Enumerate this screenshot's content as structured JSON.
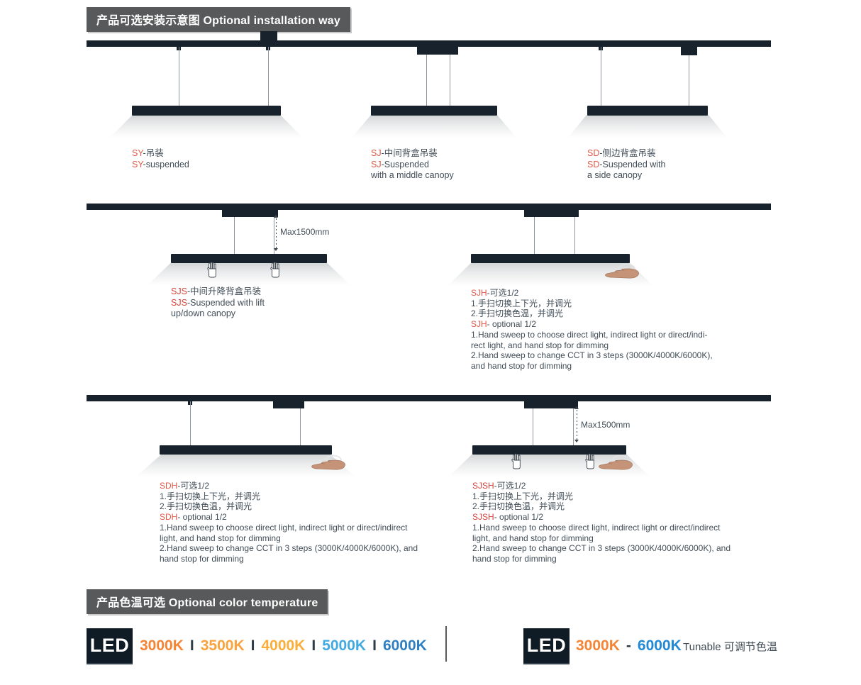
{
  "banners": {
    "installation": "产品可选安装示意图 Optional installation way",
    "color_temperature": "产品色温可选 Optional color temperature"
  },
  "colors": {
    "dark_fixture": "#17222c",
    "banner_bg": "#58595a",
    "body_text": "#414d57",
    "prefix_salmon": "#e25a49",
    "prefix_red": "#d6453c",
    "k3000": "#f58434",
    "k3500": "#f9a33f",
    "k4000": "#f9ae3b",
    "k5000": "#41aae1",
    "k6000_left": "#2e7fc2",
    "k6000_right": "#2189d5"
  },
  "diagrams": {
    "sy": {
      "label": [
        {
          "pre": "SY",
          "rest": "-吊装"
        },
        {
          "pre": "SY",
          "rest": "-suspended"
        }
      ]
    },
    "sj": {
      "label": [
        {
          "pre": "SJ",
          "rest": "-中间背盒吊装"
        },
        {
          "pre": "SJ",
          "rest": "-Suspended"
        },
        {
          "pre": "",
          "rest": "with a middle canopy"
        }
      ]
    },
    "sd": {
      "label": [
        {
          "pre": "SD",
          "rest": "-侧边背盒吊装"
        },
        {
          "pre": "SD",
          "rest": "-Suspended with"
        },
        {
          "pre": "",
          "rest": "a side canopy"
        }
      ]
    },
    "sjs": {
      "max_label": "Max1500mm",
      "label": [
        {
          "pre": "SJS",
          "rest": "-中间升降背盒吊装"
        },
        {
          "pre": "SJS",
          "rest": "-Suspended with lift"
        },
        {
          "pre": "",
          "rest": "up/down canopy"
        }
      ]
    },
    "sjh": {
      "desc": [
        {
          "pre": "SJH",
          "rest": "-可选1/2"
        },
        {
          "pre": "",
          "rest": "1.手扫切换上下光，并调光"
        },
        {
          "pre": "",
          "rest": "2.手扫切换色温，并调光"
        },
        {
          "pre": "SJH",
          "rest": "- optional 1/2"
        },
        {
          "pre": "",
          "rest": "1.Hand sweep to choose direct light, indirect light or direct/indi-"
        },
        {
          "pre": "",
          "rest": "rect light, and hand stop for dimming"
        },
        {
          "pre": "",
          "rest": "2.Hand sweep to change CCT in 3 steps (3000K/4000K/6000K),"
        },
        {
          "pre": "",
          "rest": "and hand stop for dimming"
        }
      ]
    },
    "sdh": {
      "desc": [
        {
          "pre": "SDH",
          "rest": "-可选1/2"
        },
        {
          "pre": "",
          "rest": "1.手扫切换上下光，并调光"
        },
        {
          "pre": "",
          "rest": "2.手扫切换色温，并调光"
        },
        {
          "pre": "SDH",
          "rest": "- optional 1/2"
        },
        {
          "pre": "",
          "rest": "1.Hand sweep to choose direct light, indirect light or direct/indirect"
        },
        {
          "pre": "",
          "rest": "light, and hand stop for dimming"
        },
        {
          "pre": "",
          "rest": "2.Hand sweep to change CCT in 3 steps (3000K/4000K/6000K), and"
        },
        {
          "pre": "",
          "rest": "hand stop for dimming"
        }
      ]
    },
    "sjsh": {
      "max_label": "Max1500mm",
      "desc": [
        {
          "pre": "SJSH",
          "rest": "-可选1/2"
        },
        {
          "pre": "",
          "rest": "1.手扫切换上下光，并调光"
        },
        {
          "pre": "",
          "rest": "2.手扫切换色温，并调光"
        },
        {
          "pre": "SJSH",
          "rest": "- optional 1/2"
        },
        {
          "pre": "",
          "rest": "1.Hand sweep to choose direct light, indirect light or direct/indirect"
        },
        {
          "pre": "",
          "rest": "light, and hand stop for dimming"
        },
        {
          "pre": "",
          "rest": "2.Hand sweep to change CCT in 3 steps (3000K/4000K/6000K), and"
        },
        {
          "pre": "",
          "rest": "hand stop for dimming"
        }
      ]
    }
  },
  "led": {
    "left": {
      "badge": "LED",
      "segments": [
        {
          "text": "3000K"
        },
        {
          "text": "I"
        },
        {
          "text": "3500K"
        },
        {
          "text": "I"
        },
        {
          "text": "4000K"
        },
        {
          "text": "I"
        },
        {
          "text": "5000K"
        },
        {
          "text": "I"
        },
        {
          "text": "6000K"
        }
      ]
    },
    "right": {
      "badge": "LED",
      "from": "3000K",
      "dash": "-",
      "to": "6000K",
      "tunable": "Tunable 可调节色温"
    }
  }
}
